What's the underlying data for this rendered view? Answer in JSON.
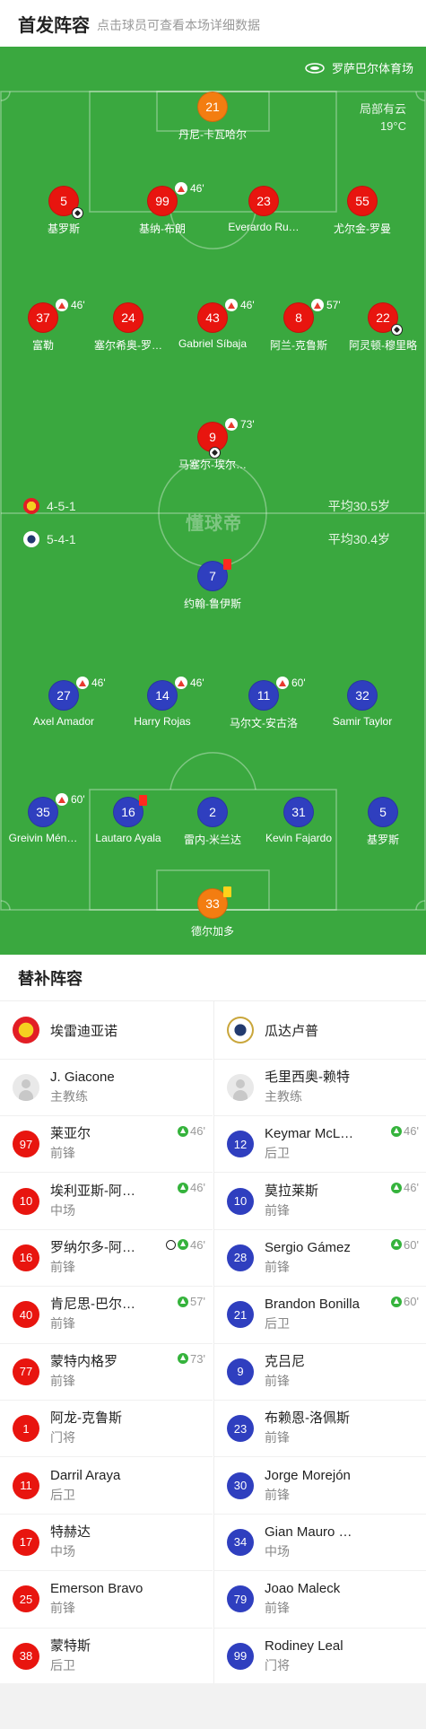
{
  "header": {
    "title": "首发阵容",
    "subtitle": "点击球员可查看本场详细数据"
  },
  "pitch": {
    "venue": "罗萨巴尔体育场",
    "weather": "局部有云",
    "temperature": "19°C",
    "watermark": "懂球帝",
    "home_team": {
      "formation": "4-5-1",
      "avg_age": "平均30.5岁",
      "color": "#e8150f"
    },
    "away_team": {
      "formation": "5-4-1",
      "avg_age": "平均30.4岁",
      "color": "#2f3fbf"
    }
  },
  "home_lineup": {
    "gk": {
      "number": "21",
      "name": "丹尼-卡瓦哈尔"
    },
    "defenders": [
      {
        "number": "5",
        "name": "基罗斯",
        "goal": true
      },
      {
        "number": "99",
        "name": "基纳-布朗",
        "sub_off": "46'"
      },
      {
        "number": "23",
        "name": "Everardo Ru…"
      },
      {
        "number": "55",
        "name": "尤尔金-罗曼"
      }
    ],
    "midfielders": [
      {
        "number": "37",
        "name": "富勒",
        "sub_off": "46'"
      },
      {
        "number": "24",
        "name": "塞尔希奥-罗…"
      },
      {
        "number": "43",
        "name": "Gabriel Síbaja",
        "sub_off": "46'"
      },
      {
        "number": "8",
        "name": "阿兰-克鲁斯",
        "sub_off": "57'"
      },
      {
        "number": "22",
        "name": "阿灵顿-穆里略",
        "goal": true
      }
    ],
    "forward": {
      "number": "9",
      "name": "马塞尔-埃尔…",
      "sub_off": "73'",
      "goal": true
    }
  },
  "away_lineup": {
    "forward": {
      "number": "7",
      "name": "约翰-鲁伊斯",
      "card": "red"
    },
    "midfielders": [
      {
        "number": "27",
        "name": "Axel Amador",
        "sub_off": "46'"
      },
      {
        "number": "14",
        "name": "Harry Rojas",
        "sub_off": "46'"
      },
      {
        "number": "11",
        "name": "马尔文-安古洛",
        "sub_off": "60'"
      },
      {
        "number": "32",
        "name": "Samir Taylor"
      }
    ],
    "defenders": [
      {
        "number": "35",
        "name": "Greivin Mén…",
        "sub_off": "60'"
      },
      {
        "number": "16",
        "name": "Lautaro Ayala",
        "card": "red"
      },
      {
        "number": "2",
        "name": "雷内-米兰达"
      },
      {
        "number": "31",
        "name": "Kevin Fajardo"
      },
      {
        "number": "5",
        "name": "基罗斯"
      }
    ],
    "gk": {
      "number": "33",
      "name": "德尔加多",
      "card": "yellow"
    }
  },
  "subs": {
    "title": "替补阵容",
    "home": {
      "team_name": "埃雷迪亚诺",
      "coach": {
        "name": "J. Giacone",
        "role": "主教练"
      },
      "players": [
        {
          "number": "97",
          "name": "莱亚尔",
          "position": "前锋",
          "sub_in": "46'"
        },
        {
          "number": "10",
          "name": "埃利亚斯-阿…",
          "position": "中场",
          "sub_in": "46'"
        },
        {
          "number": "16",
          "name": "罗纳尔多-阿…",
          "position": "前锋",
          "sub_in": "46'",
          "goal": true
        },
        {
          "number": "40",
          "name": "肯尼思-巴尔…",
          "position": "前锋",
          "sub_in": "57'"
        },
        {
          "number": "77",
          "name": "蒙特内格罗",
          "position": "前锋",
          "sub_in": "73'"
        },
        {
          "number": "1",
          "name": "阿龙-克鲁斯",
          "position": "门将"
        },
        {
          "number": "11",
          "name": "Darril Araya",
          "position": "后卫"
        },
        {
          "number": "17",
          "name": "特赫达",
          "position": "中场"
        },
        {
          "number": "25",
          "name": "Emerson Bravo",
          "position": "前锋"
        },
        {
          "number": "38",
          "name": "蒙特斯",
          "position": "后卫"
        }
      ]
    },
    "away": {
      "team_name": "瓜达卢普",
      "coach": {
        "name": "毛里西奥-赖特",
        "role": "主教练"
      },
      "players": [
        {
          "number": "12",
          "name": "Keymar McL…",
          "position": "后卫",
          "sub_in": "46'"
        },
        {
          "number": "10",
          "name": "莫拉莱斯",
          "position": "前锋",
          "sub_in": "46'"
        },
        {
          "number": "28",
          "name": "Sergio Gámez",
          "position": "前锋",
          "sub_in": "60'"
        },
        {
          "number": "21",
          "name": "Brandon Bonilla",
          "position": "后卫",
          "sub_in": "60'"
        },
        {
          "number": "9",
          "name": "克吕尼",
          "position": "前锋"
        },
        {
          "number": "23",
          "name": "布赖恩-洛佩斯",
          "position": "前锋"
        },
        {
          "number": "30",
          "name": "Jorge Morejón",
          "position": "前锋"
        },
        {
          "number": "34",
          "name": "Gian Mauro …",
          "position": "中场"
        },
        {
          "number": "79",
          "name": "Joao Maleck",
          "position": "前锋"
        },
        {
          "number": "99",
          "name": "Rodiney Leal",
          "position": "门将"
        }
      ]
    }
  }
}
